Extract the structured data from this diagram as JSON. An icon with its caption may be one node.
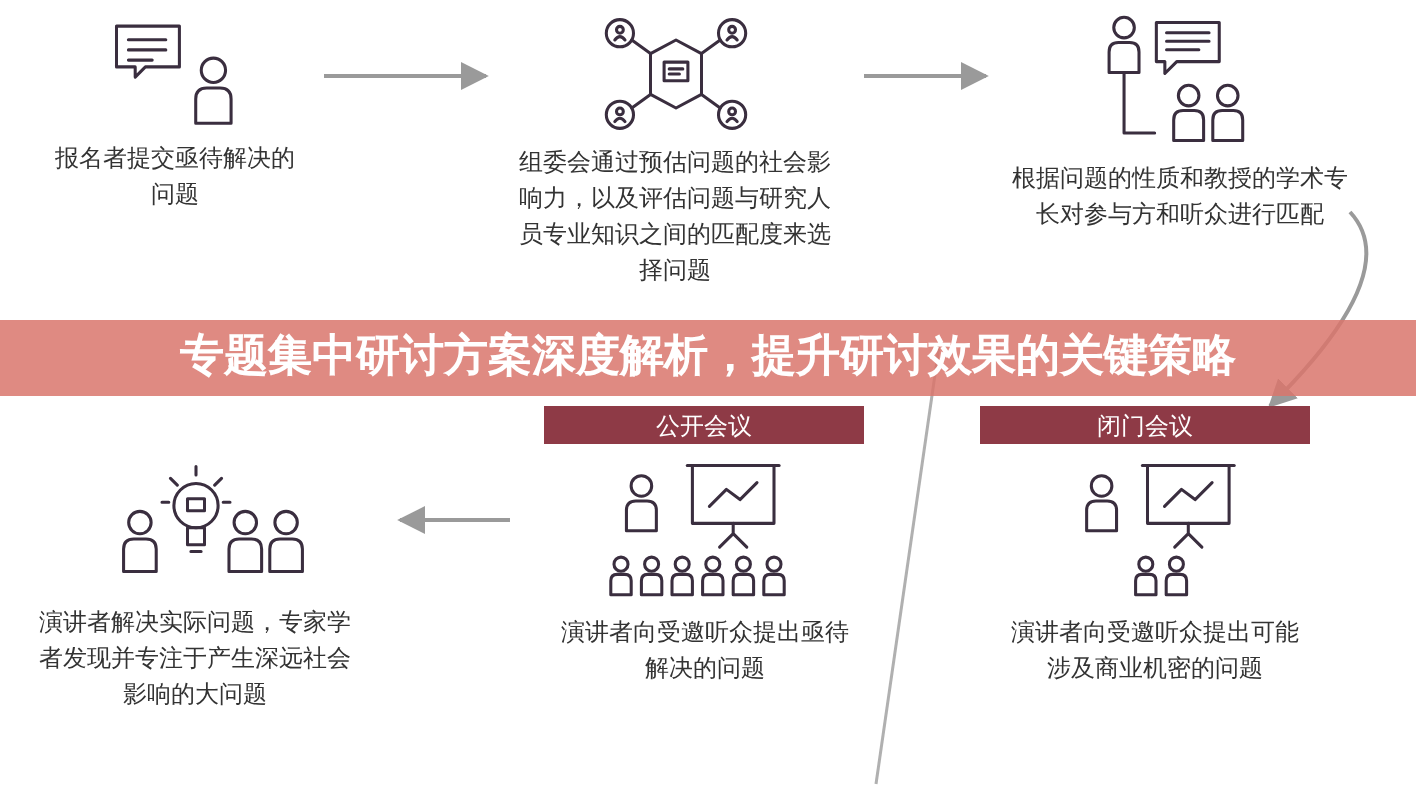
{
  "diagram": {
    "title": "专题集中研讨方案深度解析，提升研讨效果的关键策略",
    "nodes": [
      {
        "text": [
          "报名者提交亟待解决的问题"
        ]
      },
      {
        "text": [
          "组委会通过预估问题的社会影响力，以及评估问题与研究人员专业知识之间的匹配度来选择问题"
        ]
      },
      {
        "text": [
          "根据问题的性质和教授的学术专长对参与方和听众进行匹配"
        ]
      },
      {
        "text": [
          "公开会议"
        ]
      },
      {
        "text": [
          "闭门会议"
        ]
      },
      {
        "text": [
          "演讲者解决实际问题，专家学者发现并专注于产生深远社会影响的大问题"
        ]
      },
      {
        "text": [
          "演讲者向受邀听众提出亟待解决的问题"
        ]
      },
      {
        "text": [
          "演讲者向受邀听众提出可能涉及商业机密的问题"
        ]
      }
    ],
    "edges": [
      {
        "from": 0,
        "to": 1,
        "arrow": "to"
      },
      {
        "from": 1,
        "to": 2,
        "arrow": "to"
      },
      {
        "from": 2,
        "to": 4,
        "arrow": "to"
      },
      {
        "from": 6,
        "to": 5,
        "arrow": "to"
      }
    ]
  }
}
